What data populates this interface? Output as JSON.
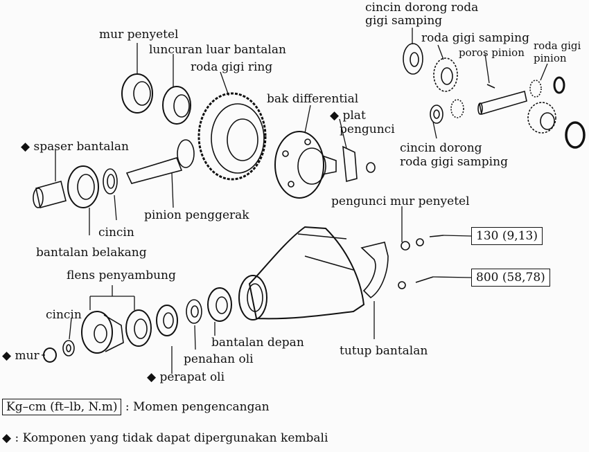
{
  "labels": {
    "cincin_dorong_top": "cincin dorong roda",
    "cincin_dorong_top2": "gigi samping",
    "roda_gigi_samping": "roda gigi samping",
    "poros_pinion": "poros pinion",
    "roda_gigi_pinion": "roda gigi",
    "roda_gigi_pinion2": "pinion",
    "mur_penyetel": "mur penyetel",
    "luncuran_luar": "luncuran luar bantalan",
    "roda_gigi_ring": "roda gigi ring",
    "bak_differential": "bak differential",
    "plat_pengunci": "plat",
    "plat_pengunci2": "pengunci",
    "spaser_bantalan": "spaser bantalan",
    "cincin_dorong_bottom": "cincin dorong",
    "cincin_dorong_bottom2": "roda gigi samping",
    "cincin_1": "cincin",
    "pinion_penggerak": "pinion penggerak",
    "pengunci_mur": "pengunci mur penyetel",
    "bantalan_belakang": "bantalan belakang",
    "flens_penyambung": "flens penyambung",
    "cincin_2": "cincin",
    "mur": "mur",
    "bantalan_depan": "bantalan depan",
    "penahan_oli": "penahan oli",
    "perapat_oli": "perapat oli",
    "tutup_bantalan": "tutup bantalan"
  },
  "torque": {
    "t1": "130 (9,13)",
    "t2": "800 (58,78)"
  },
  "legend": {
    "unit_box": "Kg–cm (ft–lb, N.m)",
    "unit_desc": ": Momen pengencangan",
    "nonreusable": ": Komponen yang tidak dapat dipergunakan kembali",
    "bullet": "◆"
  }
}
